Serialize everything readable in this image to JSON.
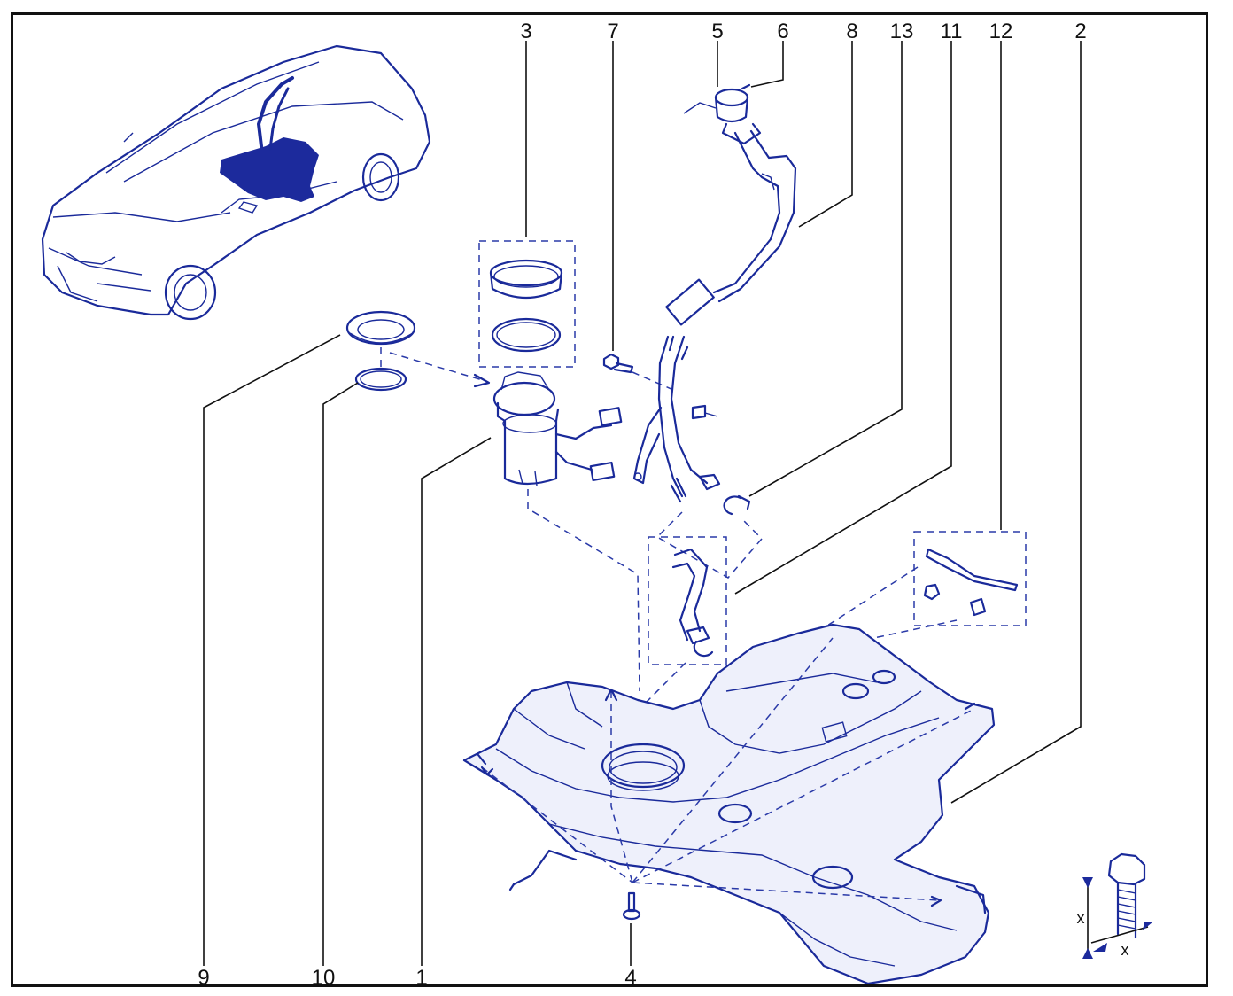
{
  "callouts": {
    "c3": "3",
    "c7": "7",
    "c5": "5",
    "c6": "6",
    "c8": "8",
    "c13": "13",
    "c11": "11",
    "c12": "12",
    "c2": "2",
    "c9": "9",
    "c10": "10",
    "c1": "1",
    "c4": "4"
  },
  "bolt_dimension": {
    "label_vertical": "x",
    "label_horizontal": "x"
  },
  "colors": {
    "line_art": "#1a2a9a",
    "leader": "#111111",
    "frame": "#111111"
  }
}
